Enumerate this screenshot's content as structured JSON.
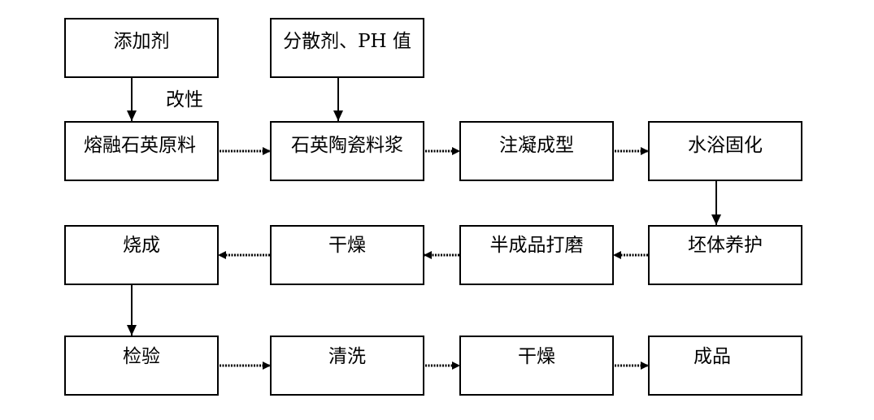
{
  "nodes": {
    "additive": "添加剂",
    "dispersant_ph": "分散剂、PH 值",
    "fused_silica": "熔融石英原料",
    "silica_slurry": "石英陶瓷料浆",
    "gelcasting": "注凝成型",
    "water_bath_curing": "水浴固化",
    "green_body_curing": "坯体养护",
    "semi_grinding": "半成品打磨",
    "drying_1": "干燥",
    "sintering": "烧成",
    "inspection": "检验",
    "cleaning": "清洗",
    "drying_2": "干燥",
    "finished_product": "成品"
  },
  "edge_labels": {
    "modification": "改性"
  }
}
